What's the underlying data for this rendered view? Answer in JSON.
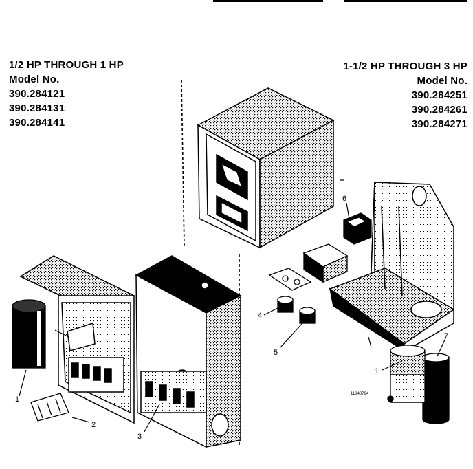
{
  "left_group": {
    "title": "1/2 HP THROUGH 1 HP",
    "model_label": "Model No.",
    "models": [
      "390.284121",
      "390.284131",
      "390.284141"
    ]
  },
  "right_group": {
    "title": "1-1/2 HP THROUGH 3 HP",
    "model_label": "Model No.",
    "models": [
      "390.284251",
      "390.284261",
      "390.284271"
    ]
  },
  "callouts": {
    "c1_left": "1",
    "c2": "2",
    "c3": "3",
    "c4": "4",
    "c5": "5",
    "c6": "6",
    "c7": "7",
    "c1_right": "1"
  },
  "reference_code": "11840794"
}
